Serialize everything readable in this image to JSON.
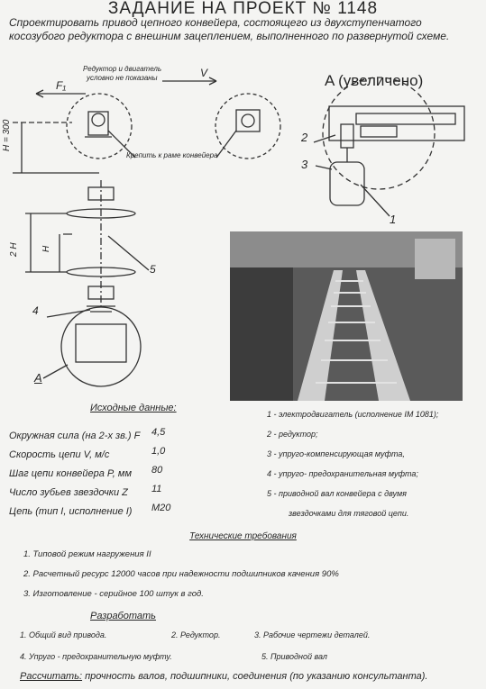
{
  "title": "ЗАДАНИЕ НА ПРОЕКТ № 1148",
  "intro": "Спроектировать привод цепного конвейера, состоящего из двухступенчатого косозубого редуктора с внешним зацеплением, выполненного по развернутой схеме.",
  "diagram": {
    "force_label": "F₁",
    "velocity_label": "V",
    "reducer_note_1": "Редуктор и двигатель",
    "reducer_note_2": "условно не показаны",
    "frame_note": "Крепить к раме конвейера",
    "height_label": "H = 300",
    "dim_2h": "2 H",
    "dim_h": "H",
    "callout_5": "5",
    "callout_4": "4",
    "callout_a": "A",
    "zoom_label": "A  (увеличено)",
    "callout_2": "2",
    "callout_3": "3",
    "callout_1": "1"
  },
  "params_title": "Исходные данные:",
  "params": [
    {
      "label": "Окружная сила (на 2-х зв.) F",
      "value": "4,5"
    },
    {
      "label": "Скорость цепи     V, м/с",
      "value": "1,0"
    },
    {
      "label": "Шаг цепи конвейера  P, мм",
      "value": "80"
    },
    {
      "label": "Число зубьев звездочки  Z",
      "value": "11"
    },
    {
      "label": "Цепь (тип I, исполнение I)",
      "value": "M20"
    }
  ],
  "legend": [
    "1 - электродвигатель (исполнение IM 1081);",
    "2 - редуктор;",
    "3 - упруго-компенсирующая муфта,",
    "4 - упруго- предохранительная муфта;",
    "5 - приводной вал конвейера с двумя",
    "звездочками для тяговой цепи."
  ],
  "requirements_title": "Технические требования",
  "requirements": [
    "1. Типовой режим нагружения II",
    "2. Расчетный ресурс 12000 часов при надежности подшипников качения 90%",
    "3. Изготовление - серийное 100 штук в год."
  ],
  "develop_title": "Разработать",
  "develop": [
    "1. Общий вид привода.",
    "2. Редуктор.",
    "3. Рабочие чертежи деталей.",
    "4. Упруго - предохранительную муфту.",
    "5. Приводной вал"
  ],
  "calc_label": "Рассчитать:",
  "calc_text": "прочность валов, подшипники, соединения (по указанию консультанта)."
}
